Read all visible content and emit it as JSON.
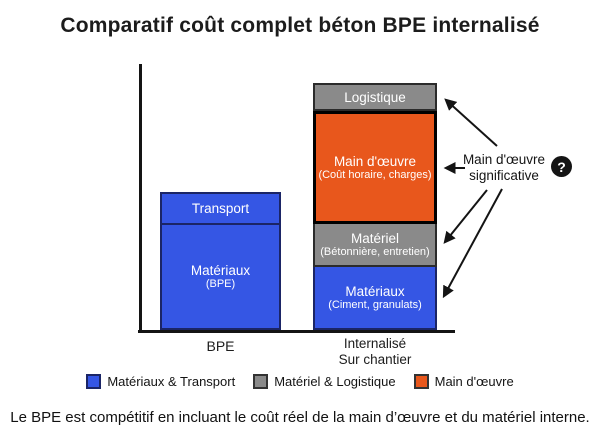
{
  "title": "Comparatif coût complet béton BPE internalisé",
  "footer": "Le BPE est compétitif en incluant le coût réel de la main d’œuvre et du matériel interne.",
  "colors": {
    "blue": "#3556e4",
    "blue_border": "#1b2566",
    "gray": "#8a8a8a",
    "orange": "#e8571c",
    "axis": "#141414"
  },
  "bars": {
    "bpe": {
      "label": "BPE",
      "segments": [
        {
          "name": "transport",
          "label": "Transport",
          "sub": ""
        },
        {
          "name": "materiaux",
          "label": "Matériaux",
          "sub": "(BPE)"
        }
      ]
    },
    "internalise": {
      "label_line1": "Internalisé",
      "label_line2": "Sur chantier",
      "segments": [
        {
          "name": "logistique",
          "label": "Logistique",
          "sub": ""
        },
        {
          "name": "main_doeuvre",
          "label": "Main d'œuvre",
          "sub": "(Coût horaire, charges)"
        },
        {
          "name": "materiel",
          "label": "Matériel",
          "sub": "(Bétonnière, entretien)"
        },
        {
          "name": "materiaux",
          "label": "Matériaux",
          "sub": "(Ciment, granulats)"
        }
      ]
    }
  },
  "annotation": {
    "line1": "Main d'œuvre",
    "line2": "significative",
    "help_icon": "?"
  },
  "legend": [
    {
      "label": "Matériaux & Transport",
      "color": "#3556e4"
    },
    {
      "label": "Matériel & Logistique",
      "color": "#8a8a8a"
    },
    {
      "label": "Main d'œuvre",
      "color": "#e8571c"
    }
  ],
  "chart_data": {
    "type": "bar",
    "stacked": true,
    "title": "Comparatif coût complet béton BPE internalisé",
    "categories": [
      "BPE",
      "Internalisé Sur chantier"
    ],
    "series": [
      {
        "name": "Matériaux (BPE / Ciment, granulats)",
        "values": [
          105,
          63
        ],
        "color": "#3556e4"
      },
      {
        "name": "Transport",
        "values": [
          33,
          0
        ],
        "color": "#3556e4"
      },
      {
        "name": "Matériel (Bétonnière, entretien)",
        "values": [
          0,
          43
        ],
        "color": "#8a8a8a"
      },
      {
        "name": "Main d'œuvre (Coût horaire, charges)",
        "values": [
          0,
          113
        ],
        "color": "#e8571c"
      },
      {
        "name": "Logistique",
        "values": [
          0,
          28
        ],
        "color": "#8a8a8a"
      }
    ],
    "totals_estimated": [
      138,
      247
    ],
    "value_units": "relative cost units (no numeric axis shown; values estimated from segment heights)",
    "xlabel": "",
    "ylabel": "",
    "grid": false,
    "legend_position": "bottom",
    "annotations": [
      "Main d'œuvre significative (arrows pointing to Logistique, Main d'œuvre, Matériel, Matériaux segments)"
    ]
  }
}
